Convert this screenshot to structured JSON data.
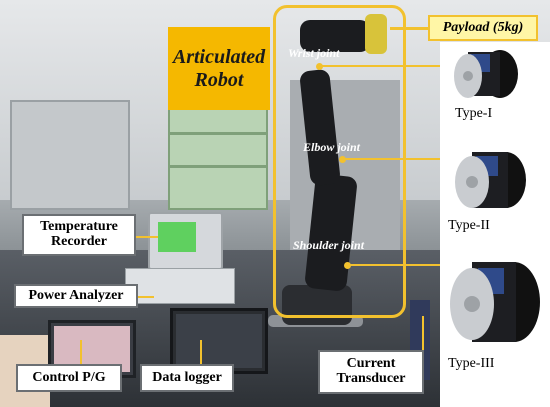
{
  "title_box": {
    "text": "Articulated\nRobot",
    "line1": "Articulated",
    "line2": "Robot"
  },
  "payload": {
    "text": "Payload (5kg)"
  },
  "joints": {
    "wrist": "Wrist joint",
    "elbow": "Elbow joint",
    "shoulder": "Shoulder joint"
  },
  "types": [
    "Type-I",
    "Type-II",
    "Type-III"
  ],
  "equipment": {
    "temperature_recorder": {
      "line1": "Temperature",
      "line2": "Recorder"
    },
    "power_analyzer": "Power Analyzer",
    "control_pg": "Control P/G",
    "data_logger": "Data logger",
    "current_transducer": {
      "line1": "Current",
      "line2": "Transducer"
    }
  },
  "colors": {
    "accent_yellow": "#f2c12e",
    "title_orange": "#f5b800",
    "robot_black": "#1b1c1f",
    "actuator_blue": "#2f4a8a"
  }
}
